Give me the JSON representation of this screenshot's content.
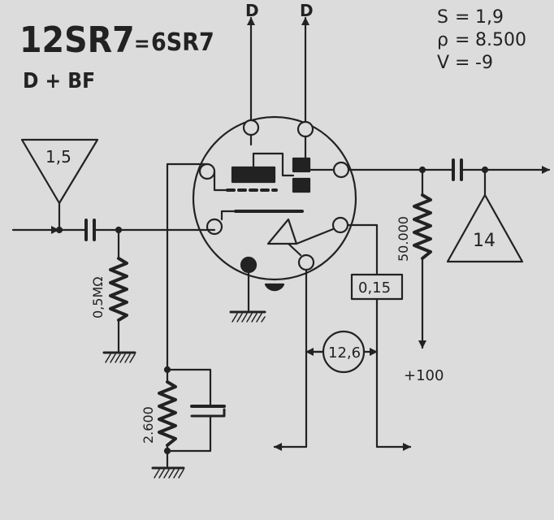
{
  "header": {
    "tube_primary": "12SR7",
    "equals": "=",
    "tube_equiv": "6SR7",
    "function": "D + BF"
  },
  "params": [
    {
      "name": "S",
      "sep": "=",
      "value": "1,9"
    },
    {
      "name": "ρ",
      "sep": "=",
      "value": "8.500"
    },
    {
      "name": "V",
      "sep": "=",
      "value": "-9"
    }
  ],
  "labels": {
    "diode_out_1": "D",
    "diode_out_2": "D",
    "input_gain": "1,5",
    "output_gain": "14",
    "grid_resistor": "0,5MΩ",
    "cathode_resistor": "2.600",
    "plate_resistor": "50.000",
    "heater_current": "0,15",
    "heater_voltage": "12,6",
    "b_plus": "+100"
  },
  "colors": {
    "background": "#dcdcdc",
    "ink": "#222222"
  }
}
